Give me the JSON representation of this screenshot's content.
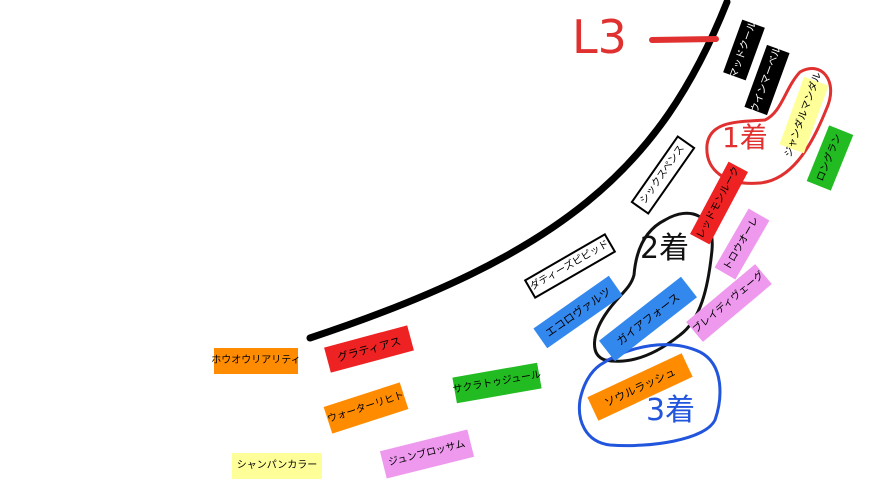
{
  "corner_label": {
    "text": "L3",
    "color": "#e03030"
  },
  "finish_labels": {
    "first": {
      "text": "1着",
      "color": "#e03030"
    },
    "second": {
      "text": "2着",
      "color": "#111111"
    },
    "third": {
      "text": "3着",
      "color": "#2255dd"
    }
  },
  "horses": {
    "matsudo": {
      "name": "マッドクール",
      "color": "#000000",
      "text_color": "#ffffff"
    },
    "winmarvel": {
      "name": "ウインマーベル",
      "color": "#000000",
      "text_color": "#ffffff"
    },
    "jandal": {
      "name": "ジャンダルマンダル",
      "color": "#ffff99",
      "text_color": "#000000"
    },
    "longgran": {
      "name": "ロングラン",
      "color": "#22bb22",
      "text_color": "#000000"
    },
    "sixsense": {
      "name": "シックスペンス",
      "color": "#ffffff",
      "text_color": "#000000"
    },
    "legomillow": {
      "name": "レッドモンルーク",
      "color": "#ee2222",
      "text_color": "#000000"
    },
    "tolbow": {
      "name": "トロウオーレ",
      "color": "#ee99ee",
      "text_color": "#000000"
    },
    "dirty": {
      "name": "ダティーズピピッド",
      "color": "#ffffff",
      "text_color": "#000000"
    },
    "ecoro": {
      "name": "エコロヴァルツ",
      "color": "#3388ee",
      "text_color": "#000000"
    },
    "gaia": {
      "name": "ガイアフォース",
      "color": "#3388ee",
      "text_color": "#000000"
    },
    "brave": {
      "name": "ブレイディヴェーグ",
      "color": "#ee99ee",
      "text_color": "#000000"
    },
    "soul": {
      "name": "ソウルラッシュ",
      "color": "#ff8c00",
      "text_color": "#000000"
    },
    "gratias": {
      "name": "グラティアス",
      "color": "#ee2222",
      "text_color": "#000000"
    },
    "hou": {
      "name": "ホウオウリアリティ",
      "color": "#ff8c00",
      "text_color": "#000000"
    },
    "sakura": {
      "name": "サクラトゥジュール",
      "color": "#22bb22",
      "text_color": "#000000"
    },
    "water": {
      "name": "ウォーターリヒト",
      "color": "#ff8c00",
      "text_color": "#000000"
    },
    "june": {
      "name": "ジュンブロッサム",
      "color": "#ee99ee",
      "text_color": "#000000"
    },
    "champagne": {
      "name": "シャンパンカラー",
      "color": "#ffff99",
      "text_color": "#000000"
    }
  }
}
